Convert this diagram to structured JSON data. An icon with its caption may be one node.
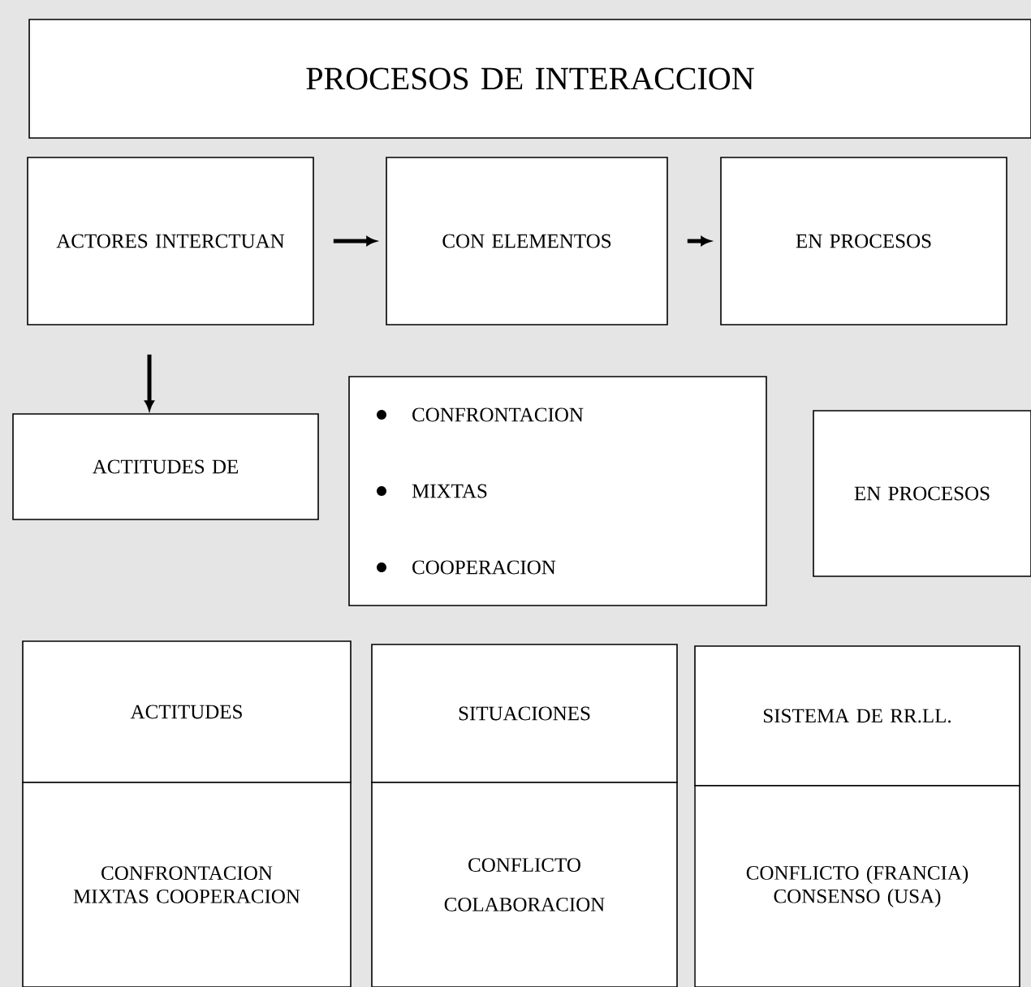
{
  "diagram": {
    "nodes": [
      {
        "text": [
          "PROCESOS DE INTERACCION"
        ]
      },
      {
        "text": [
          "ACTORES INTERCTUAN"
        ]
      },
      {
        "text": [
          "CON ELEMENTOS"
        ]
      },
      {
        "text": [
          "EN PROCESOS"
        ]
      },
      {
        "text": [
          "ACTITUDES DE"
        ]
      },
      {
        "text": [
          "CONFRONTACION",
          "MIXTAS",
          "COOPERACION"
        ]
      },
      {
        "text": [
          "EN PROCESOS"
        ]
      },
      {
        "text": [
          "ACTITUDES"
        ]
      },
      {
        "text": [
          "CONFRONTACION MIXTAS COOPERACION"
        ]
      },
      {
        "text": [
          "SITUACIONES"
        ]
      },
      {
        "text": [
          "CONFLICTO",
          "COLABORACION"
        ]
      },
      {
        "text": [
          "SISTEMA DE RR.LL."
        ]
      },
      {
        "text": [
          "CONFLICTO (FRANCIA) CONSENSO (USA)"
        ]
      }
    ],
    "edges": [
      {
        "from": 1,
        "to": 2,
        "arrow": "to"
      },
      {
        "from": 2,
        "to": 3,
        "arrow": "to"
      },
      {
        "from": 1,
        "to": 4,
        "arrow": "to"
      }
    ]
  }
}
